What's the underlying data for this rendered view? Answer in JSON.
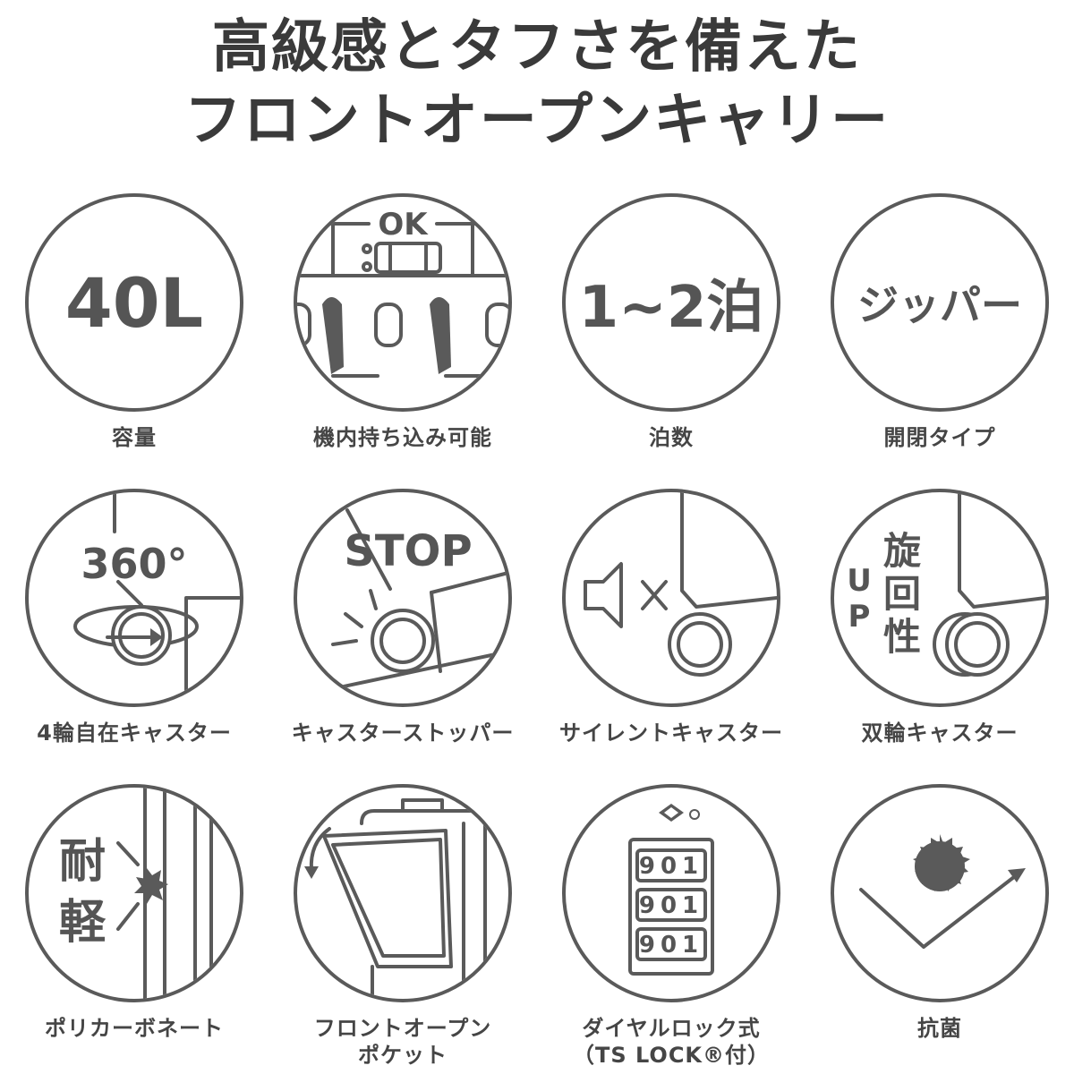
{
  "title": {
    "line1": "高級感とタフさを備えた",
    "line2": "フロントオープンキャリー"
  },
  "features": [
    {
      "icon_text": "40L",
      "label": "容量"
    },
    {
      "icon_text": "OK",
      "label": "機内持ち込み可能"
    },
    {
      "icon_text": "1~2泊",
      "label": "泊数"
    },
    {
      "icon_text": "ジッパー",
      "label": "開閉タイプ"
    },
    {
      "icon_text": "360°",
      "label": "4輪自在キャスター"
    },
    {
      "icon_text": "STOP",
      "label": "キャスターストッパー"
    },
    {
      "icon_text": "",
      "label": "サイレントキャスター"
    },
    {
      "icon_text_up": "UP",
      "icon_text_kanji": [
        "旋",
        "回",
        "性"
      ],
      "label": "双輪キャスター"
    },
    {
      "icon_text_kanji": [
        "耐",
        "軽"
      ],
      "label": "ポリカーボネート"
    },
    {
      "icon_text": "",
      "label_lines": [
        "フロントオープン",
        "ポケット"
      ]
    },
    {
      "lock_codes": [
        "901",
        "901",
        "901"
      ],
      "label_lines": [
        "ダイヤルロック式",
        "（TS LOCK®付）"
      ]
    },
    {
      "icon_text": "",
      "label": "抗菌"
    }
  ],
  "colors": {
    "stroke": "#5a5a5a",
    "text": "#454545",
    "background": "#ffffff"
  }
}
